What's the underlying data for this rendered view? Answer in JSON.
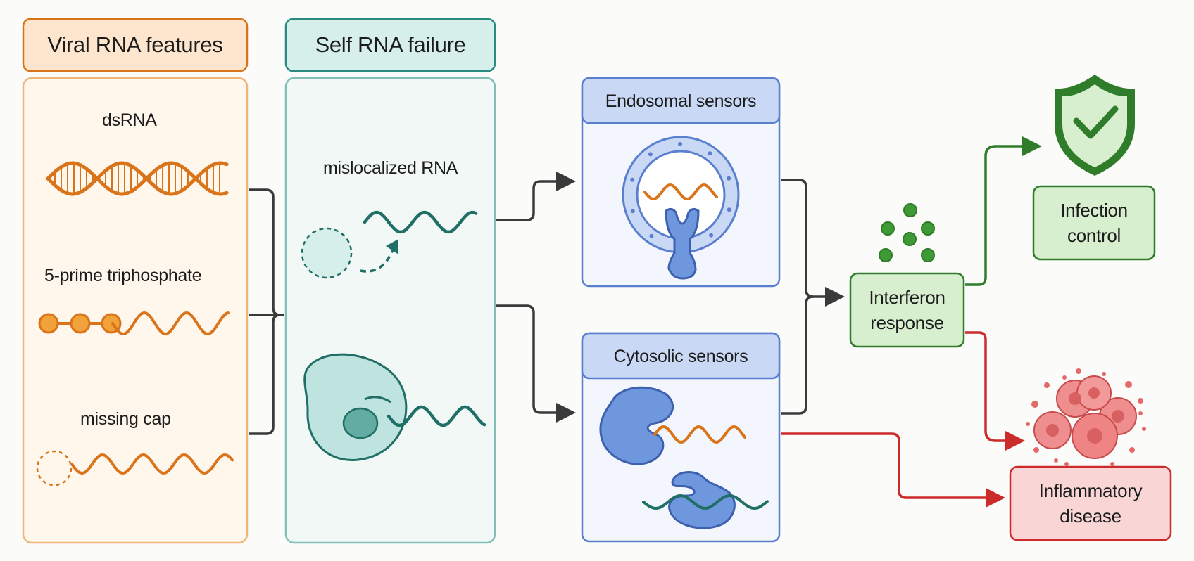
{
  "panels": {
    "viral": {
      "title": "Viral RNA features",
      "items": [
        "dsRNA",
        "5-prime triphosphate",
        "missing cap"
      ]
    },
    "self": {
      "title": "Self RNA failure",
      "item": "mislocalized RNA"
    },
    "endosomal": {
      "title": "Endosomal sensors"
    },
    "cytosolic": {
      "title": "Cytosolic sensors"
    }
  },
  "outcomes": {
    "interferon": "Interferon response",
    "infection": "Infection control",
    "inflammatory": "Inflammatory disease"
  },
  "colors": {
    "orange": "#d9741a",
    "orange_fill": "#fde6cd",
    "teal": "#2a8a80",
    "teal_fill": "#d6efeb",
    "blue": "#5a7fcf",
    "blue_fill": "#c9d8f5",
    "green": "#2f7d2a",
    "green_fill": "#d7efcf",
    "red": "#cc2b2b",
    "red_fill": "#f9d5d5",
    "arrow_gray": "#3a3a3a"
  },
  "icons": [
    "dsrna-helix-icon",
    "triphosphate-chain-icon",
    "uncapped-rna-icon",
    "vesicle-escape-icon",
    "cell-leak-icon",
    "endosome-receptor-icon",
    "cytosolic-sensor-icon",
    "interferon-dots-icon",
    "shield-check-icon",
    "inflamed-cells-icon"
  ]
}
